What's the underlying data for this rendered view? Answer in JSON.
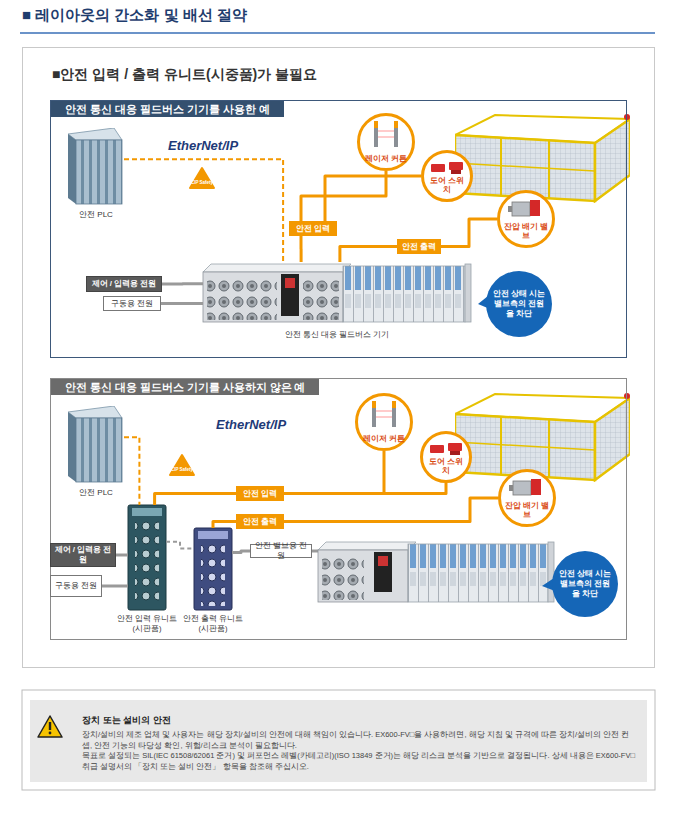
{
  "diagram": {
    "title": "■ 레이아웃의 간소화 및 배선 절약",
    "nodes": [
      {
        "text": [
          "■안전 입력 / 출력 유니트(시중품)가 불필요"
        ]
      },
      {
        "text": [
          "안전 통신 대응 필드버스 기기를 사용한 예"
        ],
        "in": 0
      },
      {
        "text": [
          "안전 PLC"
        ],
        "in": 1
      },
      {
        "text": [
          "레이저 커튼"
        ],
        "in": 1
      },
      {
        "text": [
          "도어 스위치"
        ],
        "in": 1
      },
      {
        "text": [
          "안전 입력"
        ],
        "in": 1
      },
      {
        "text": [
          "잔압 배기 밸브"
        ],
        "in": 1
      },
      {
        "text": [
          "안전 출력"
        ],
        "in": 1
      },
      {
        "text": [
          "제어 / 입력용 전원"
        ],
        "in": 1
      },
      {
        "text": [
          "구동용 전원"
        ],
        "in": 1
      },
      {
        "text": [
          "안전 통신 대응 필드버스 기기"
        ],
        "in": 1
      },
      {
        "text": [
          "안전 상태 시는 밸브측의 전원을 차단"
        ],
        "in": 1
      },
      {
        "text": [
          "안전 통신 대응 필드버스 기기를 사용하지 않은 예"
        ],
        "in": 0
      },
      {
        "text": [
          "안전 PLC"
        ],
        "in": 12
      },
      {
        "text": [
          "레이저 커튼"
        ],
        "in": 12
      },
      {
        "text": [
          "도어 스위치"
        ],
        "in": 12
      },
      {
        "text": [
          "잔압 배기 밸브"
        ],
        "in": 12
      },
      {
        "text": [
          "안전 입력"
        ],
        "in": 12
      },
      {
        "text": [
          "안전 출력"
        ],
        "in": 12
      },
      {
        "text": [
          "제어 / 입력용 전원"
        ],
        "in": 12
      },
      {
        "text": [
          "안전 밸브용 전원"
        ],
        "in": 12
      },
      {
        "text": [
          "구동용 전원"
        ],
        "in": 12
      },
      {
        "text": [
          "안전 상태 시는 밸브측의 전원을 차단"
        ],
        "in": 12
      },
      {
        "text": [
          "안전 입력 유니트 (시판품)"
        ],
        "in": 12
      },
      {
        "text": [
          "안전 출력 유니트 (시판품)"
        ],
        "in": 12
      },
      {
        "text": [
          "장치 또는 설비의 안전",
          "장치/설비의 제조 업체 및 사용자는 해당 장치/설비의 안전에 대해 책임이 있습니다. EX600-FV□을 사용하려면, 해당 지침 및 규격에 따른 장치/설비의 안전 컨셉, 안전 기능의 타당성 확인, 위험/리스크 분석이 필요합니다.",
          "목표로 설정되는 SIL(IEC 61508/62061 준거) 및 퍼포먼스 레벨(카테고리)(ISO 13849 준거)는 해당 리스크 분석을 기반으로 결정됩니다. 상세 내용은 EX600-FV□ 취급 설명서의 「장치 또는 설비 안전」 항목을 참조해 주십시오."
        ]
      }
    ],
    "edges": [
      {
        "from": 2,
        "to": 10,
        "arrow": "none"
      },
      {
        "from": 8,
        "to": 10,
        "arrow": "none"
      },
      {
        "from": 9,
        "to": 10,
        "arrow": "none"
      },
      {
        "from": 10,
        "to": 5,
        "arrow": "none"
      },
      {
        "from": 5,
        "to": 3,
        "arrow": "none"
      },
      {
        "from": 5,
        "to": 4,
        "arrow": "none"
      },
      {
        "from": 10,
        "to": 7,
        "arrow": "none"
      },
      {
        "from": 7,
        "to": 6,
        "arrow": "none"
      },
      {
        "from": 13,
        "to": 23,
        "arrow": "none"
      },
      {
        "from": 19,
        "to": 23,
        "arrow": "none"
      },
      {
        "from": 21,
        "to": 23,
        "arrow": "none"
      },
      {
        "from": 23,
        "to": 24,
        "arrow": "none"
      },
      {
        "from": 23,
        "to": 17,
        "arrow": "none"
      },
      {
        "from": 17,
        "to": 14,
        "arrow": "none"
      },
      {
        "from": 17,
        "to": 15,
        "arrow": "none"
      },
      {
        "from": 24,
        "to": 18,
        "arrow": "none"
      },
      {
        "from": 18,
        "to": 16,
        "arrow": "none"
      },
      {
        "from": 24,
        "to": 20,
        "arrow": "none"
      }
    ],
    "labels": [
      "EtherNet/IP",
      "CIP Safety",
      "EtherNet/IP",
      "CIP Safety"
    ]
  }
}
